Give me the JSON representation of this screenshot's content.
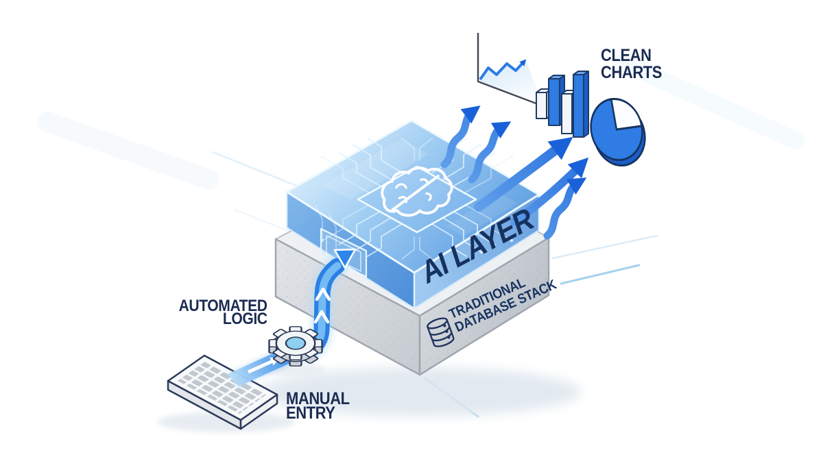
{
  "labels": {
    "ai_layer": "AI LAYER",
    "database_stack_line1": "TRADITIONAL",
    "database_stack_line2": "DATABASE STACK",
    "automated_logic_line1": "AUTOMATED",
    "automated_logic_line2": "LOGIC",
    "manual_entry_line1": "MANUAL",
    "manual_entry_line2": "ENTRY",
    "clean_charts_line1": "CLEAN",
    "clean_charts_line2": "CHARTS"
  },
  "icons": {
    "brain_chip": "ai-brain-circuit-chip",
    "database": "database-cylinder",
    "gear": "gear",
    "keyboard": "keyboard",
    "line_chart": "rising-line-chart",
    "bar_chart": "3d-bar-chart",
    "pie_chart": "3d-pie-chart",
    "flow_arrows": "upward-output-arrows",
    "pipe_arrow": "input-pipe-arrow",
    "beam_arrow": "manual-entry-beam"
  },
  "colors": {
    "background": "#ffffff",
    "accent_blue": "#2e7ce4",
    "deep_blue": "#1a60d8",
    "light_blue": "#bfe0fa",
    "navy_text": "#1b2b52",
    "box_blue_top": "#cfe9fb",
    "box_gray": "#d4d8dd",
    "outline_navy": "#22355c"
  }
}
